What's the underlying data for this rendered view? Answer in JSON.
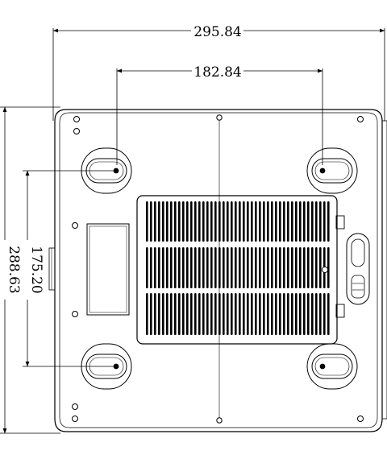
{
  "drawing": {
    "dimensions": {
      "overall_width": "295.84",
      "foot_spacing_x": "182.84",
      "foot_spacing_y": "175.20",
      "overall_depth": "288.63"
    },
    "colors": {
      "line": "#000000",
      "background": "#ffffff"
    }
  }
}
